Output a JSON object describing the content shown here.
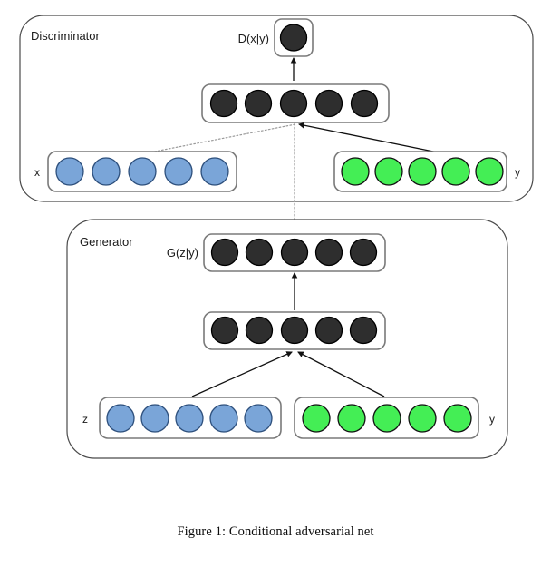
{
  "figure": {
    "caption": "Figure 1: Conditional adversarial net",
    "background_color": "#ffffff"
  },
  "colors": {
    "unit_dark_fill": "#2e2e2e",
    "unit_dark_stroke": "#000000",
    "unit_blue_fill": "#7aa5d8",
    "unit_blue_stroke": "#2d4f7c",
    "unit_green_fill": "#44ee55",
    "unit_green_stroke": "#111111",
    "panel_stroke": "#4a4a4a",
    "layer_stroke": "#7a7a7a",
    "edge_solid": "#111111",
    "edge_dotted": "#9a9a9a"
  },
  "discriminator": {
    "title": "Discriminator",
    "output": {
      "label": "D(x|y)",
      "unit_count": 1,
      "unit_color": "#2e2e2e"
    },
    "hidden": {
      "unit_count": 5,
      "unit_color": "#2e2e2e"
    },
    "inputs": [
      {
        "label": "x",
        "label_side": "left",
        "unit_count": 5,
        "unit_color": "#7aa5d8",
        "edge_style": "dotted"
      },
      {
        "label": "y",
        "label_side": "right",
        "unit_count": 5,
        "unit_color": "#44ee55",
        "edge_style": "solid"
      }
    ]
  },
  "generator": {
    "title": "Generator",
    "output": {
      "label": "G(z|y)",
      "unit_count": 5,
      "unit_color": "#2e2e2e"
    },
    "hidden": {
      "unit_count": 5,
      "unit_color": "#2e2e2e"
    },
    "inputs": [
      {
        "label": "z",
        "label_side": "left",
        "unit_count": 5,
        "unit_color": "#7aa5d8",
        "edge_style": "solid"
      },
      {
        "label": "y",
        "label_side": "right",
        "unit_count": 5,
        "unit_color": "#44ee55",
        "edge_style": "solid"
      }
    ]
  },
  "connections": [
    {
      "name": "generator-output-to-discriminator-hidden",
      "style": "dotted",
      "direction": "up"
    },
    {
      "name": "discriminator-x-to-hidden",
      "style": "dotted",
      "direction": "up-right"
    },
    {
      "name": "discriminator-y-to-hidden",
      "style": "solid",
      "direction": "up-left"
    },
    {
      "name": "discriminator-hidden-to-output",
      "style": "solid",
      "direction": "up"
    },
    {
      "name": "generator-z-to-hidden",
      "style": "solid",
      "direction": "up-right"
    },
    {
      "name": "generator-y-to-hidden",
      "style": "solid",
      "direction": "up-left"
    },
    {
      "name": "generator-hidden-to-output",
      "style": "solid",
      "direction": "up"
    }
  ]
}
